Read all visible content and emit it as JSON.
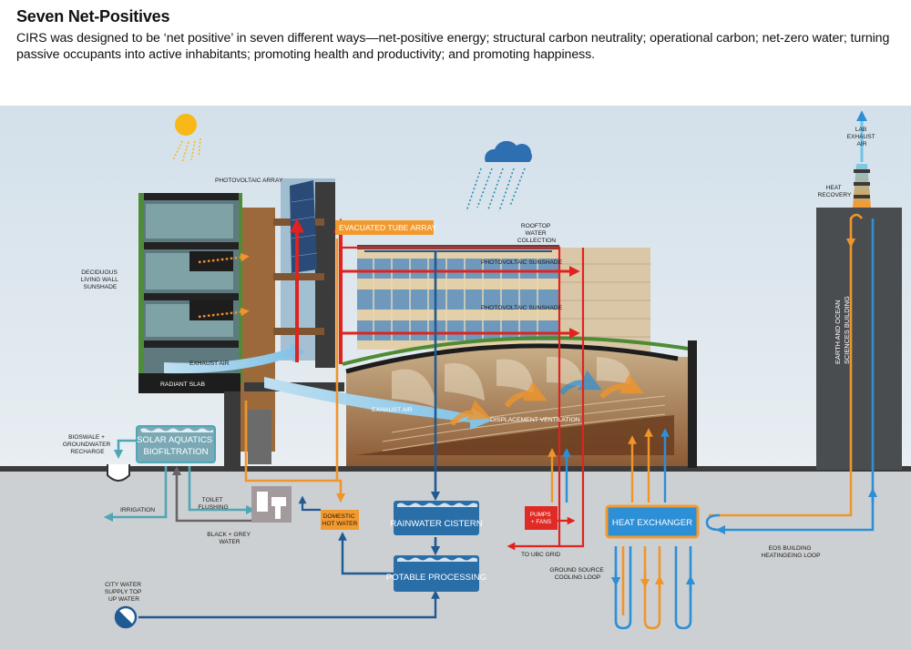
{
  "header": {
    "title": "Seven Net-Positives",
    "subtitle": "CIRS was designed to be ‘net positive’ in seven different ways—net-positive energy; structural carbon neutrality; operational carbon; net-zero water; turning passive occupants into active inhabitants; promoting health and productivity; and promoting happiness."
  },
  "colors": {
    "sky": "#dbe6ee",
    "ground": "#cdd0d2",
    "blue_flow": "#2d8fd5",
    "teal_flow": "#4fa6b5",
    "orange_flow": "#f0952b",
    "red_flow": "#e0231f",
    "navy_flow": "#1f5a93",
    "box_blue": "#2a6ea8",
    "box_orange": "#f39a2f",
    "box_red": "#e02a25",
    "building_grey": "#4a4d50",
    "brown_auditorium": "#8a5a35"
  },
  "labels": {
    "photovoltaic_array": "PHOTOVOLTAIC ARRAY",
    "evacuated_tube_array": "EVACUATED TUBE ARRAY",
    "rooftop_water_collection": [
      "ROOFTOP",
      "WATER",
      "COLLECTION"
    ],
    "photovoltaic_sunshade_1": "PHOTOVOLTAIC SUNSHADE",
    "photovoltaic_sunshade_2": "PHOTOVOLTAIC SUNSHADE",
    "deciduous_living_wall": [
      "DECIDUOUS",
      "LIVING WALL",
      "SUNSHADE"
    ],
    "exhaust_air_1": "EXHAUST AIR",
    "exhaust_air_2": "EXHAUST AIR",
    "radiant_slab": "RADIANT SLAB",
    "displacement_ventilation": "DISPLACEMENT VENTILATION",
    "lab_exhaust_air": [
      "LAB",
      "EXHAUST",
      "AIR"
    ],
    "heat_recovery": [
      "HEAT",
      "RECOVERY"
    ],
    "earth_ocean_building": [
      "EARTH AND OCEAN",
      "SCIENCES BUILDING"
    ],
    "bioswale": [
      "BIOSWALE +",
      "GROUNDWATER",
      "RECHARGE"
    ],
    "solar_aquatics": [
      "SOLAR AQUATICS",
      "BIOFILTRATION"
    ],
    "irrigation": "IRRIGATION",
    "toilet_flushing": [
      "TOILET",
      "FLUSHING"
    ],
    "black_grey_water": [
      "BLACK + GREY",
      "WATER"
    ],
    "domestic_hot_water": [
      "DOMESTIC",
      "HOT WATER"
    ],
    "rainwater_cistern": "RAINWATER CISTERN",
    "potable_processing": "POTABLE PROCESSING",
    "city_water": [
      "CITY WATER",
      "SUPPLY TOP",
      "UP WATER"
    ],
    "pumps_fans": [
      "PUMPS",
      "+ FANS"
    ],
    "to_ubc_grid": "TO UBC GRID",
    "heat_exchanger": "HEAT EXCHANGER",
    "ground_source_loop": [
      "GROUND SOURCE",
      "COOLING LOOP"
    ],
    "eos_loop": [
      "EOS BUILDING",
      "HEATINGEING LOOP"
    ]
  }
}
